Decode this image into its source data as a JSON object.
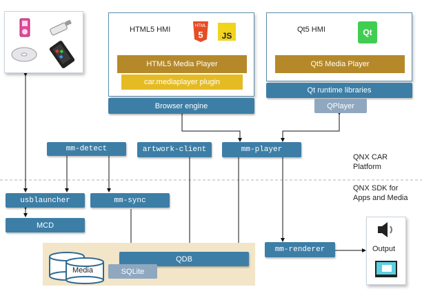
{
  "colors": {
    "component_blue": "#3d7ea6",
    "player_gold": "#b5892a",
    "plugin_yellow": "#e5bb24",
    "storage_bg": "#f3e5c8"
  },
  "html5_panel": {
    "title": "HTML5 HMI",
    "html5_badge": "HTML",
    "html5_number": "5",
    "js_badge": "JS",
    "media_player": "HTML5 Media Player",
    "plugin": "car.mediaplayer plugin",
    "engine": "Browser engine"
  },
  "qt_panel": {
    "title": "Qt5 HMI",
    "qt_badge": "Qt",
    "media_player": "Qt5 Media Player",
    "runtime": "Qt runtime libraries",
    "qplayer": "QPlayer"
  },
  "components": {
    "mm_detect": "mm-detect",
    "artwork_client": "artwork-client",
    "mm_player": "mm-player",
    "usblauncher": "usblauncher",
    "mm_sync": "mm-sync",
    "mcd": "MCD",
    "mm_renderer": "mm-renderer",
    "qdb": "QDB"
  },
  "storage": {
    "media": "Media",
    "sqlite": "SQLite"
  },
  "platform_labels": {
    "upper": [
      "QNX CAR",
      "Platform"
    ],
    "lower": [
      "QNX SDK for",
      "Apps and Media"
    ]
  },
  "output": {
    "label": "Output"
  }
}
